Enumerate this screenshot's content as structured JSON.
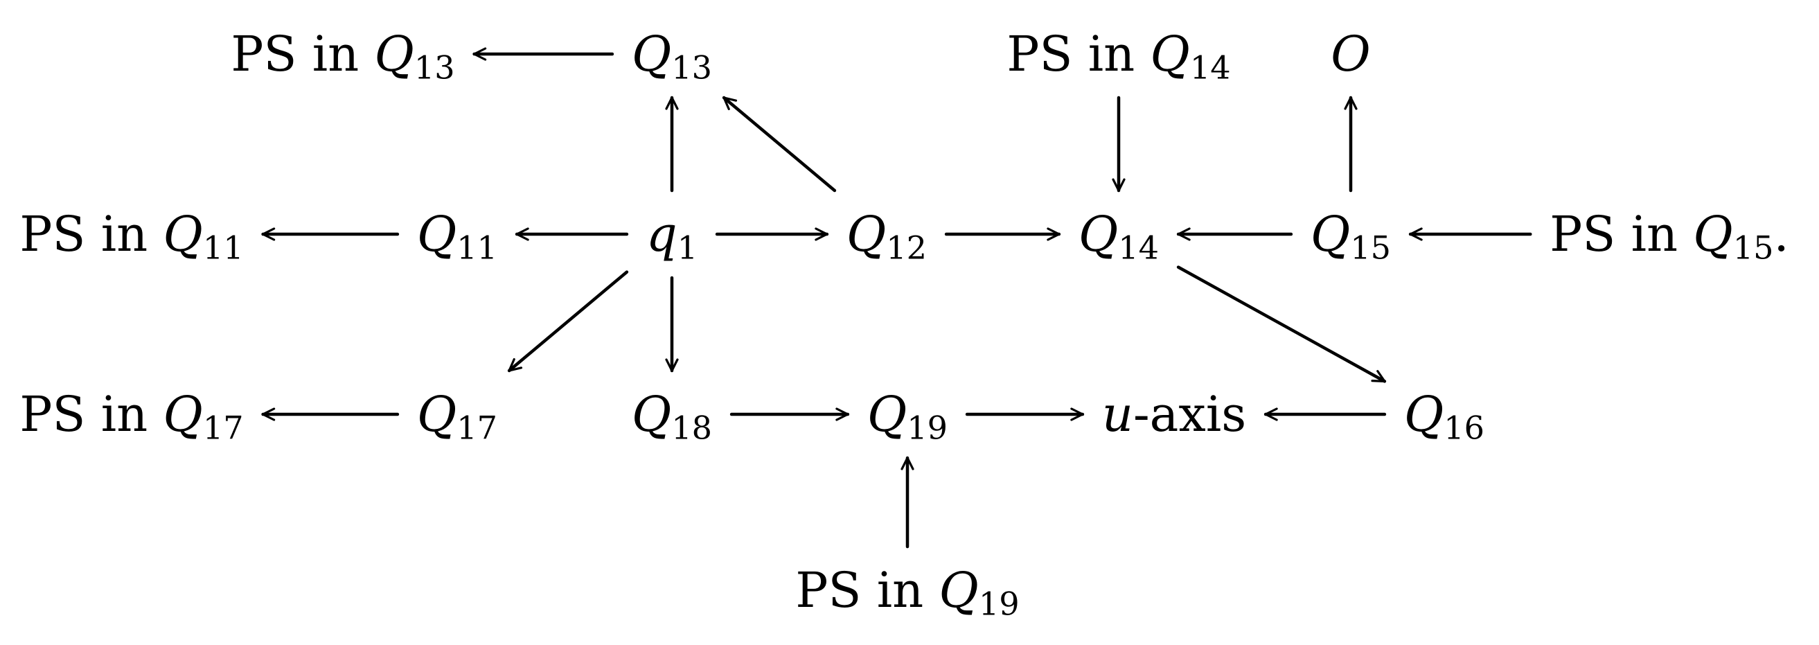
{
  "nodes": {
    "ps13": {
      "prefix": "PS in ",
      "sym": "Q",
      "sub": "13",
      "suffix": ""
    },
    "q13": {
      "prefix": "",
      "sym": "Q",
      "sub": "13",
      "suffix": ""
    },
    "ps14": {
      "prefix": "PS in ",
      "sym": "Q",
      "sub": "14",
      "suffix": ""
    },
    "origin": {
      "prefix": "",
      "sym": "O",
      "sub": "",
      "suffix": ""
    },
    "ps11": {
      "prefix": "PS in ",
      "sym": "Q",
      "sub": "11",
      "suffix": ""
    },
    "q11": {
      "prefix": "",
      "sym": "Q",
      "sub": "11",
      "suffix": ""
    },
    "q1": {
      "prefix": "",
      "sym": "q",
      "sub": "1",
      "suffix": ""
    },
    "q12": {
      "prefix": "",
      "sym": "Q",
      "sub": "12",
      "suffix": ""
    },
    "q14": {
      "prefix": "",
      "sym": "Q",
      "sub": "14",
      "suffix": ""
    },
    "q15": {
      "prefix": "",
      "sym": "Q",
      "sub": "15",
      "suffix": ""
    },
    "ps15": {
      "prefix": "PS in ",
      "sym": "Q",
      "sub": "15",
      "suffix": "."
    },
    "ps17": {
      "prefix": "PS in ",
      "sym": "Q",
      "sub": "17",
      "suffix": ""
    },
    "q17": {
      "prefix": "",
      "sym": "Q",
      "sub": "17",
      "suffix": ""
    },
    "q18": {
      "prefix": "",
      "sym": "Q",
      "sub": "18",
      "suffix": ""
    },
    "q19": {
      "prefix": "",
      "sym": "Q",
      "sub": "19",
      "suffix": ""
    },
    "uaxis": {
      "prefix": "",
      "sym": "u",
      "sub": "",
      "suffix": "-axis"
    },
    "q16": {
      "prefix": "",
      "sym": "Q",
      "sub": "16",
      "suffix": ""
    },
    "ps19": {
      "prefix": "PS in ",
      "sym": "Q",
      "sub": "19",
      "suffix": ""
    }
  },
  "edges": [
    {
      "from": "q13",
      "to": "ps13"
    },
    {
      "from": "q1",
      "to": "q13"
    },
    {
      "from": "q12",
      "to": "q13"
    },
    {
      "from": "ps14",
      "to": "q14"
    },
    {
      "from": "q15",
      "to": "origin"
    },
    {
      "from": "q11",
      "to": "ps11"
    },
    {
      "from": "q1",
      "to": "q11"
    },
    {
      "from": "q1",
      "to": "q12"
    },
    {
      "from": "q12",
      "to": "q14"
    },
    {
      "from": "q15",
      "to": "q14"
    },
    {
      "from": "ps15",
      "to": "q15"
    },
    {
      "from": "q14",
      "to": "q16"
    },
    {
      "from": "q1",
      "to": "q17"
    },
    {
      "from": "q1",
      "to": "q18"
    },
    {
      "from": "q17",
      "to": "ps17"
    },
    {
      "from": "q18",
      "to": "q19"
    },
    {
      "from": "q19",
      "to": "uaxis"
    },
    {
      "from": "q16",
      "to": "uaxis"
    },
    {
      "from": "ps19",
      "to": "q19"
    }
  ],
  "colors": {
    "ink": "#000000",
    "background": "#ffffff"
  }
}
